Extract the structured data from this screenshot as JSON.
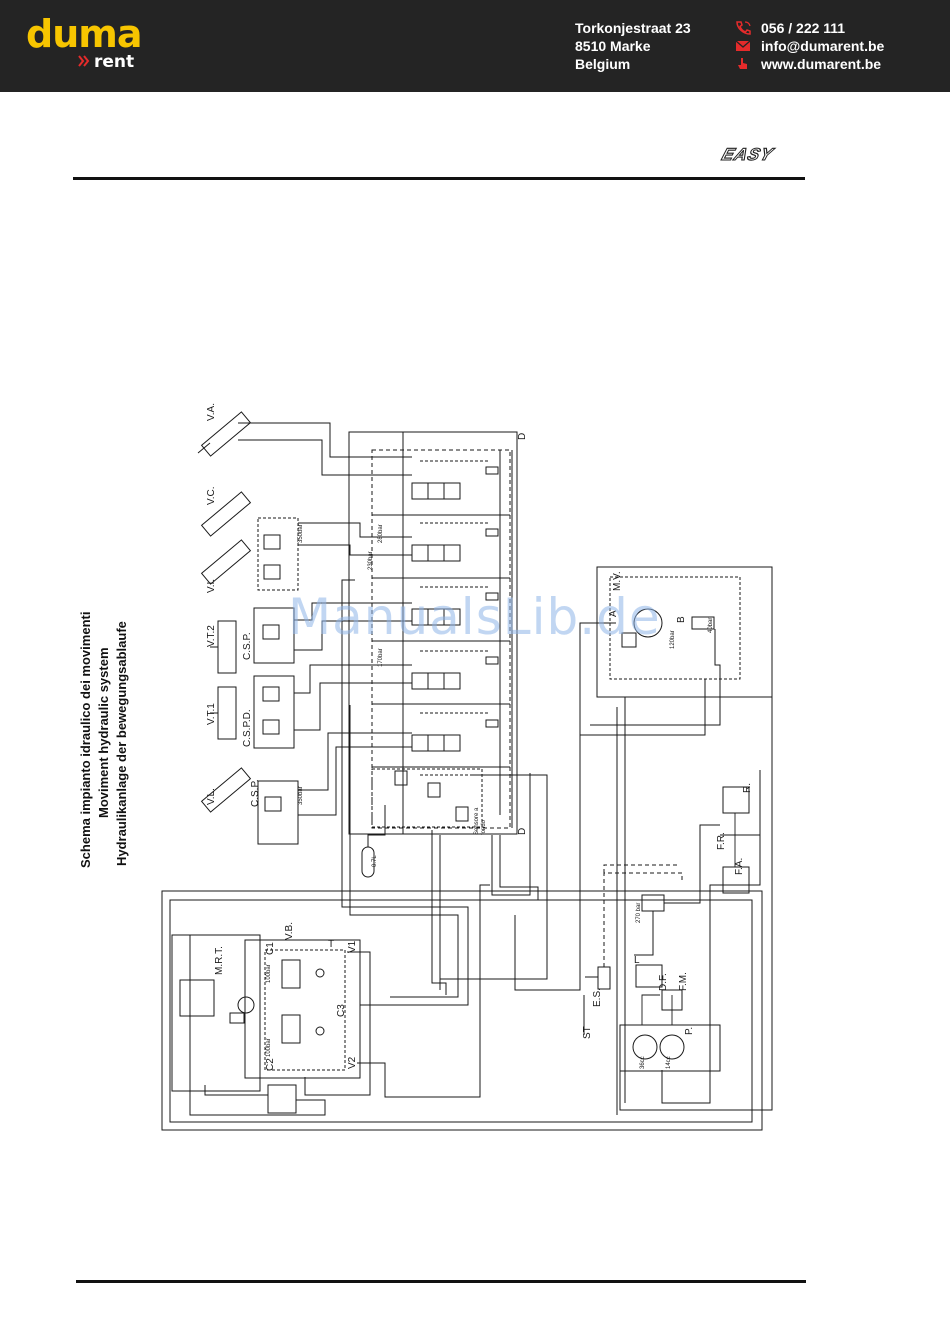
{
  "header": {
    "logo_main": "duma",
    "logo_sub": "rent",
    "address": [
      "Torkonjestraat 23",
      "8510 Marke",
      "Belgium"
    ],
    "phone": "056 / 222 111",
    "email": "info@dumarent.be",
    "website": "www.dumarent.be",
    "icons": [
      "phone-icon",
      "mail-icon",
      "web-pointer-icon"
    ],
    "colors": {
      "bar": "#242424",
      "logo_yellow": "#f7c500",
      "icon_red": "#e52b2b"
    }
  },
  "brand_mark": "EASY",
  "titles": [
    "Schema impianto idraulico dei movimenti",
    "Moviment hydraulic system",
    "Hydraulikanlage der bewegungsablaufe"
  ],
  "watermark": "ManualsLib.de",
  "diagram_labels": {
    "va": "V.A.",
    "vc": "V.C.",
    "vi": "V.I.",
    "vt2": "V.T.2",
    "vt1": "V.T.1",
    "vl": "V.L.",
    "csp_top": "C.S.P.",
    "cspd": "C.S.P.D.",
    "csp_bottom": "C.S.P.",
    "d_top": "D",
    "d_bottom": "D",
    "mv": "M.V.",
    "mrt": "M.R.T.",
    "vb": "V.B.",
    "fr": "F.R.",
    "fa": "F.A.",
    "r": "R.",
    "es": "E.S.",
    "df": "D.F.",
    "fm": "F.M.",
    "p": "P.",
    "st": "ST",
    "l": "L",
    "t": "T",
    "v1": "V1",
    "v2": "V2",
    "c1": "C1",
    "c2": "C2",
    "c3": "C3",
    "a": "A",
    "b": "B",
    "p350_1": "350bar",
    "p350_2": "350bar",
    "p280": "280bar",
    "p230": "230bar",
    "p170": "170bar",
    "p120": "120bar",
    "p100_1": "100bar",
    "p100_2": "100bar",
    "p270": "270 bar",
    "p40": "40bar",
    "sensore1": "Sensore a",
    "sensore2": "fondo",
    "q7l": "0.7L",
    "q36": "36cc",
    "q14": "14cc"
  }
}
